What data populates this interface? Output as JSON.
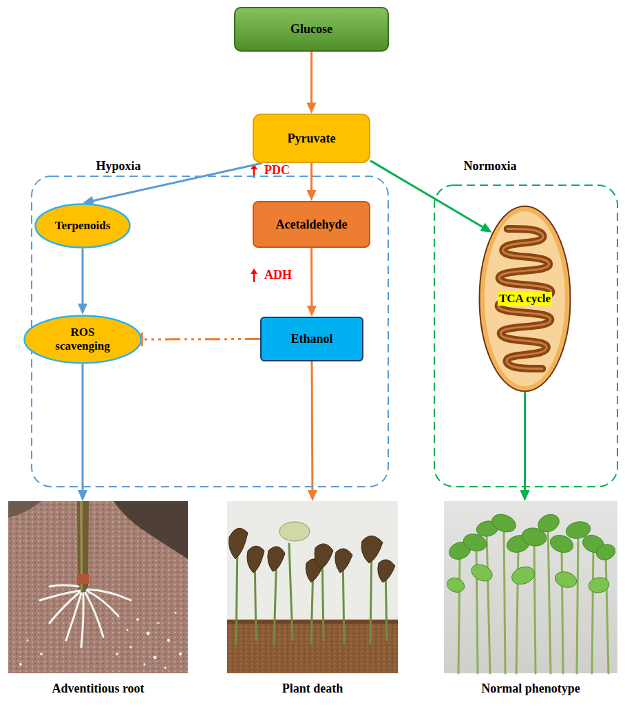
{
  "diagram": {
    "nodes": [
      {
        "text": [
          "Glucose"
        ]
      },
      {
        "text": [
          "Pyruvate"
        ]
      },
      {
        "text": [
          "Hypoxia"
        ]
      },
      {
        "text": [
          "Terpenoids"
        ],
        "in": 2
      },
      {
        "text": [
          "Acetaldehyde"
        ],
        "in": 2
      },
      {
        "text": [
          "ROS scavenging"
        ],
        "in": 2
      },
      {
        "text": [
          "Ethanol"
        ],
        "in": 2
      },
      {
        "text": [
          "Normoxia"
        ]
      },
      {
        "text": [
          "TCA cycle"
        ],
        "in": 7
      },
      {
        "text": [
          "Adventitious root"
        ]
      },
      {
        "text": [
          "Plant death"
        ]
      },
      {
        "text": [
          "Normal phenotype"
        ]
      }
    ],
    "edges": [
      {
        "from": 0,
        "to": 1,
        "arrow": "to"
      },
      {
        "from": 1,
        "to": 3,
        "arrow": "to"
      },
      {
        "from": 1,
        "to": 4,
        "arrow": "to",
        "label": "PDC"
      },
      {
        "from": 1,
        "to": 8,
        "arrow": "to"
      },
      {
        "from": 3,
        "to": 5,
        "arrow": "to"
      },
      {
        "from": 4,
        "to": 6,
        "arrow": "to",
        "label": "ADH"
      },
      {
        "from": 6,
        "to": 5,
        "arrow": "to"
      },
      {
        "from": 5,
        "to": 9,
        "arrow": "to"
      },
      {
        "from": 6,
        "to": 10,
        "arrow": "to"
      },
      {
        "from": 8,
        "to": 11,
        "arrow": "to"
      }
    ]
  }
}
